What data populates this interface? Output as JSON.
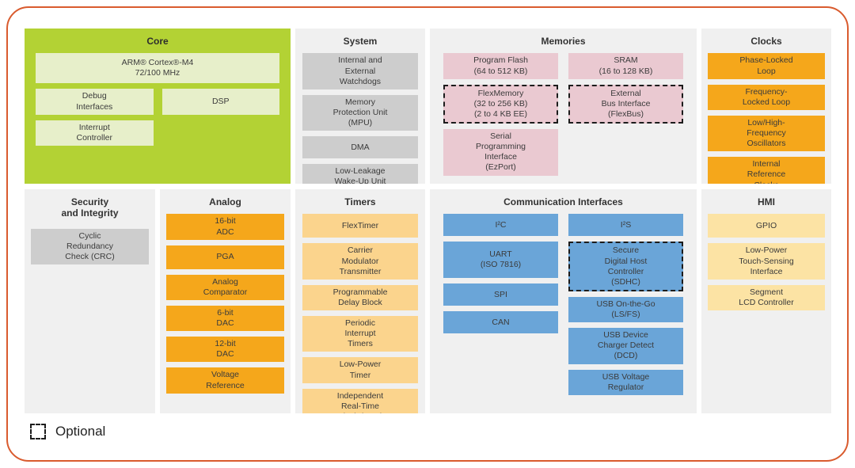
{
  "legend": {
    "label": "Optional"
  },
  "colors": {
    "frame_border": "#d95b2e",
    "core_green": "#b3d234",
    "core_box_green": "#e7efca",
    "panel_gray": "#f0f0f0",
    "box_gray": "#cdcdcd",
    "memories_pink": "#eac9d1",
    "orange": "#f5a71b",
    "timers_light_orange": "#fbd48d",
    "hmi_pale_yellow": "#fce3a4",
    "comm_blue": "#6aa5d8",
    "optional_border": "#1c1c1c"
  },
  "panels": {
    "core": {
      "title": "Core",
      "boxes": [
        {
          "label": "ARM® Cortex®-M4\n72/100 MHz"
        },
        {
          "label": "Debug\nInterfaces"
        },
        {
          "label": "DSP"
        },
        {
          "label": "Interrupt\nController"
        }
      ]
    },
    "system": {
      "title": "System",
      "boxes": [
        {
          "label": "Internal and\nExternal\nWatchdogs"
        },
        {
          "label": "Memory\nProtection Unit\n(MPU)"
        },
        {
          "label": "DMA"
        },
        {
          "label": "Low-Leakage\nWake-Up Unit"
        }
      ]
    },
    "memories": {
      "title": "Memories",
      "left": [
        {
          "label": "Program Flash\n(64 to 512 KB)",
          "optional": false
        },
        {
          "label": "FlexMemory\n(32 to 256 KB)\n(2 to 4 KB EE)",
          "optional": true
        },
        {
          "label": "Serial\nProgramming\nInterface\n(EzPort)",
          "optional": false
        }
      ],
      "right": [
        {
          "label": "SRAM\n(16 to 128 KB)",
          "optional": false
        },
        {
          "label": "External\nBus Interface\n(FlexBus)",
          "optional": true
        }
      ]
    },
    "clocks": {
      "title": "Clocks",
      "boxes": [
        {
          "label": "Phase-Locked\nLoop"
        },
        {
          "label": "Frequency-\nLocked Loop"
        },
        {
          "label": "Low/High-\nFrequency\nOscillators"
        },
        {
          "label": "Internal\nReference\nClocks"
        }
      ]
    },
    "security": {
      "title": "Security\nand Integrity",
      "boxes": [
        {
          "label": "Cyclic\nRedundancy\nCheck (CRC)"
        }
      ]
    },
    "analog": {
      "title": "Analog",
      "boxes": [
        {
          "label": "16-bit\nADC"
        },
        {
          "label": "PGA"
        },
        {
          "label": "Analog\nComparator"
        },
        {
          "label": "6-bit\nDAC"
        },
        {
          "label": "12-bit\nDAC"
        },
        {
          "label": "Voltage\nReference"
        }
      ]
    },
    "timers": {
      "title": "Timers",
      "boxes": [
        {
          "label": "FlexTimer"
        },
        {
          "label": "Carrier\nModulator\nTransmitter"
        },
        {
          "label": "Programmable\nDelay Block"
        },
        {
          "label": "Periodic\nInterrupt\nTimers"
        },
        {
          "label": "Low-Power\nTimer"
        },
        {
          "label": "Independent\nReal-Time\nClock (RTC)"
        }
      ]
    },
    "comm": {
      "title": "Communication Interfaces",
      "left": [
        {
          "label": "I²C",
          "optional": false
        },
        {
          "label": "UART\n(ISO 7816)",
          "optional": false
        },
        {
          "label": "SPI",
          "optional": false
        },
        {
          "label": "CAN",
          "optional": false
        }
      ],
      "right": [
        {
          "label": "I²S",
          "optional": false
        },
        {
          "label": "Secure\nDigital Host\nController\n(SDHC)",
          "optional": true
        },
        {
          "label": "USB On-the-Go\n(LS/FS)",
          "optional": false
        },
        {
          "label": "USB Device\nCharger Detect\n(DCD)",
          "optional": false
        },
        {
          "label": "USB Voltage\nRegulator",
          "optional": false
        }
      ]
    },
    "hmi": {
      "title": "HMI",
      "boxes": [
        {
          "label": "GPIO"
        },
        {
          "label": "Low-Power\nTouch-Sensing\nInterface"
        },
        {
          "label": "Segment\nLCD Controller"
        }
      ]
    }
  }
}
